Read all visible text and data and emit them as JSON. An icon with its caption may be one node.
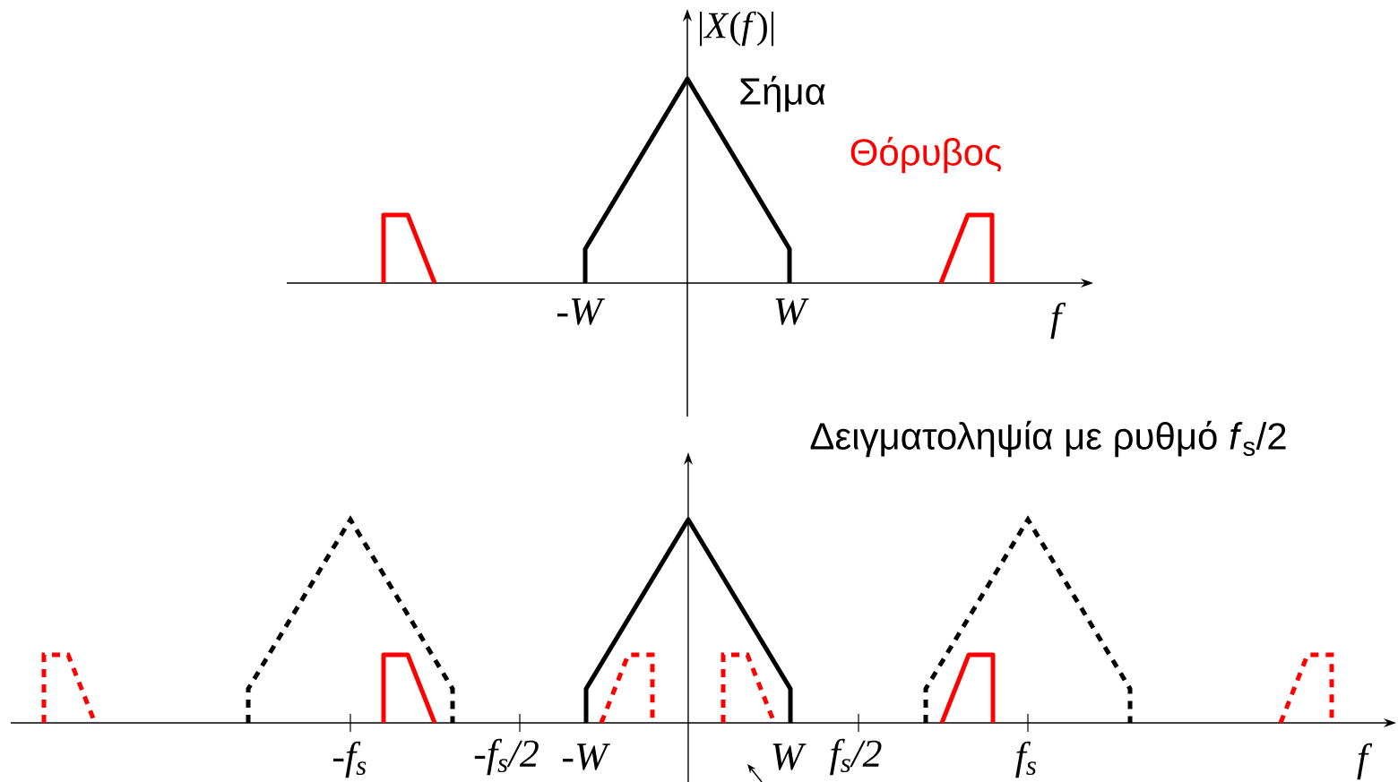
{
  "diagram": {
    "labels": [
      "|*X*(*f*)|",
      "Σήμα",
      "Θόρυβος",
      "-W",
      "W",
      "f",
      "Δειγματοληψία με ρυθμό *f*$_{s}$/2",
      "-f$_{s}$",
      "-f$_{s}$/2",
      "-W",
      "W",
      "f$_{s}$/2",
      "f$_{s}$",
      "f"
    ]
  }
}
